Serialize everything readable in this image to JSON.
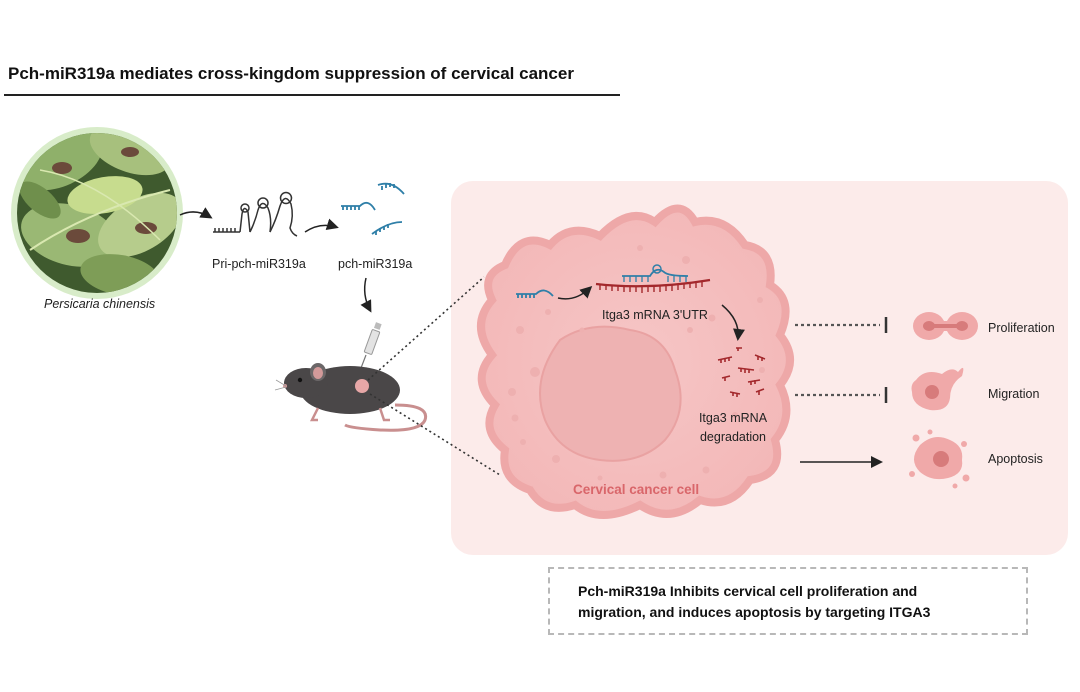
{
  "title": "Pch-miR319a mediates cross-kingdom suppression of cervical cancer",
  "plant_label": "Persicaria chinensis",
  "pri_mirna_label": "Pri-pch-miR319a",
  "mirna_label": "pch-miR319a",
  "mrna_label": "Itga3 mRNA 3'UTR",
  "degradation_label": [
    "Itga3 mRNA",
    "degradation"
  ],
  "cell_label": "Cervical cancer cell",
  "outcomes": {
    "proliferation": "Proliferation",
    "migration": "Migration",
    "apoptosis": "Apoptosis"
  },
  "summary": [
    "Pch-miR319a Inhibits cervical cell proliferation and",
    "migration, and induces apoptosis by targeting ITGA3"
  ],
  "colors": {
    "panel_bg": "#fcebea",
    "cell_fill": "#f6c8c8",
    "cell_stroke": "#eeaaaa",
    "nucleus": "#eeb3b3",
    "mirna": "#2f7fa8",
    "mrna": "#a3282c",
    "plant_ring": "#d8ecc9",
    "accent_text": "#d9666a"
  }
}
